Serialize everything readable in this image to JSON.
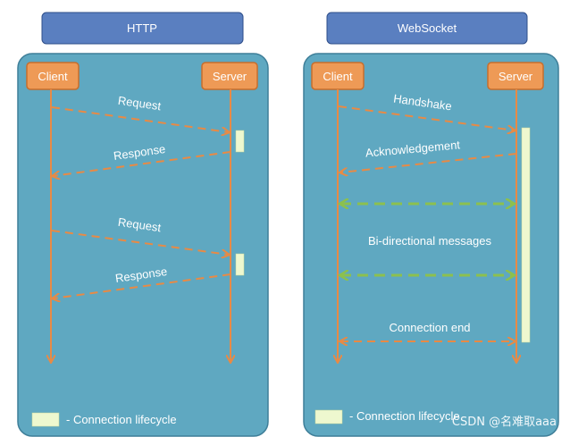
{
  "http": {
    "title": "HTTP",
    "client": "Client",
    "server": "Server",
    "messages": [
      "Request",
      "Response",
      "Request",
      "Response"
    ],
    "legend": "- Connection lifecycle"
  },
  "websocket": {
    "title": "WebSocket",
    "client": "Client",
    "server": "Server",
    "messages": [
      "Handshake",
      "Acknowledgement",
      "Bi-directional messages",
      "Connection end"
    ],
    "legend": "- Connection lifecycle"
  },
  "watermark": "CSDN @名难取aaa",
  "colors": {
    "panel": "#5fa8c1",
    "panel_border": "#3f7f99",
    "title_box": "#5a7fc0",
    "actor_box": "#ee9a56",
    "lifeline": "#e88a45",
    "lifecycle": "#eef8cf",
    "bidirectional": "#8cc04e"
  }
}
